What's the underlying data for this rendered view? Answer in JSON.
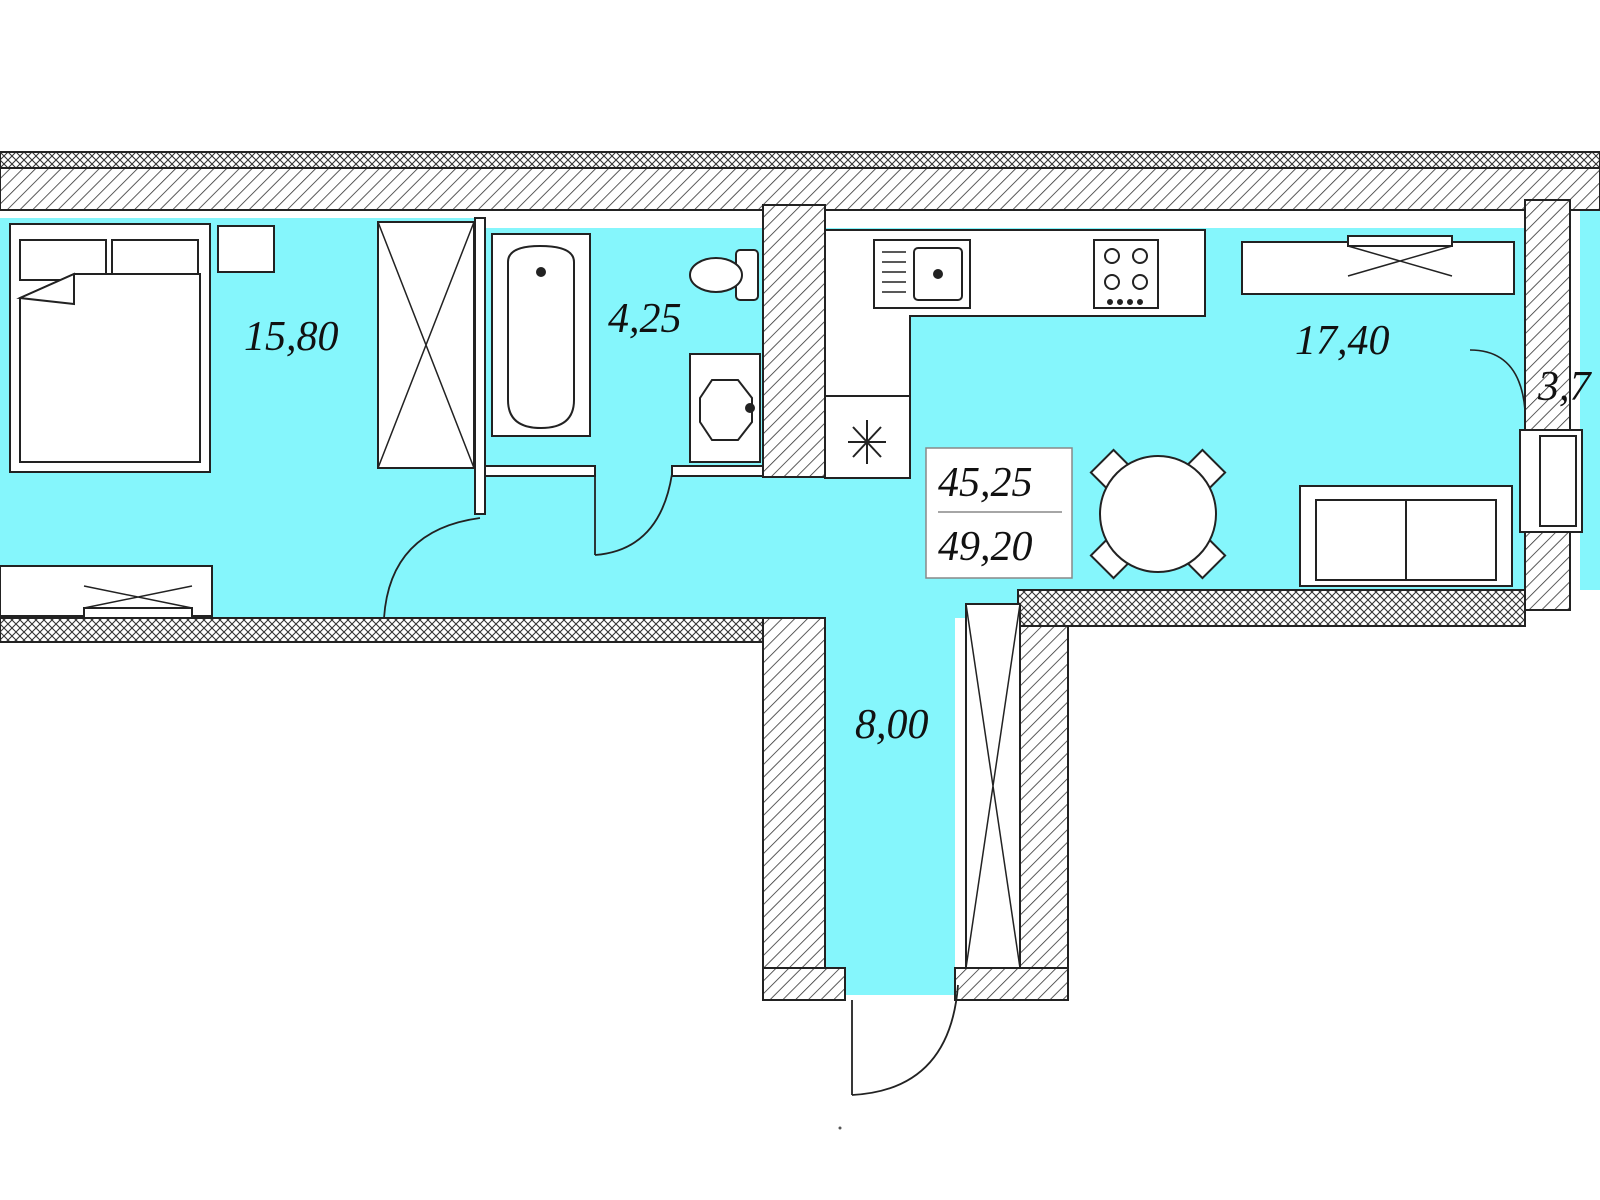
{
  "colors": {
    "floor": "#85f6fc",
    "wall_fill": "#ffffff",
    "line": "#222222",
    "hatch": "#333333",
    "background": "#ffffff"
  },
  "rooms": {
    "bedroom": {
      "area": "15,80"
    },
    "bathroom": {
      "area": "4,25"
    },
    "kitchen_living": {
      "area": "17,40"
    },
    "hallway": {
      "area": "8,00"
    },
    "balcony": {
      "area": "3,7"
    }
  },
  "totals": {
    "living_area": "45,25",
    "total_area": "49,20"
  },
  "icons": [
    "bed-icon",
    "wardrobe-icon",
    "bathtub-icon",
    "toilet-icon",
    "sink-icon",
    "kitchen-sink-icon",
    "stove-icon",
    "fridge-icon",
    "dining-table-icon",
    "sofa-icon",
    "door-swing-icon"
  ]
}
